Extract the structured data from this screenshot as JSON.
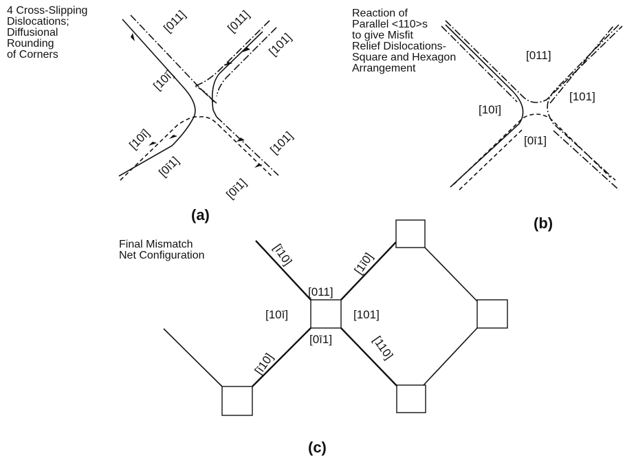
{
  "panel_a": {
    "caption": "4 Cross-Slipping\nDislocations;\nDiffusional\nRounding\nof Corners",
    "panel_label": "(a)",
    "labels": {
      "top_left": "[011]",
      "top_right": "[011]",
      "upper_left_line": "[10ī]",
      "upper_right_line": "[101]",
      "lower_left_line": "[10ī]",
      "lower_left_dash": "[0ī1]",
      "lower_right_line": "[101]",
      "bottom_right": "[0ī1]"
    }
  },
  "panel_b": {
    "caption": "Reaction of\nParallel <110>s\nto give Misfit\nRelief Dislocations-\nSquare and Hexagon\nArrangement",
    "panel_label": "(b)",
    "labels": {
      "top": "[011]",
      "left": "[10ī]",
      "right": "[101]",
      "bottom": "[0ī1]"
    }
  },
  "panel_c": {
    "caption": "Final Mismatch\nNet Configuration",
    "panel_label": "(c)",
    "labels": {
      "upper_left_arm": "[ī10]",
      "upper_right_arm": "[1ī0]",
      "top": "[011]",
      "left": "[10ī]",
      "right": "[101]",
      "bottom": "[0ī1]",
      "lower_left_arm": "[ī10]",
      "lower_right_arm": "[110]"
    }
  }
}
